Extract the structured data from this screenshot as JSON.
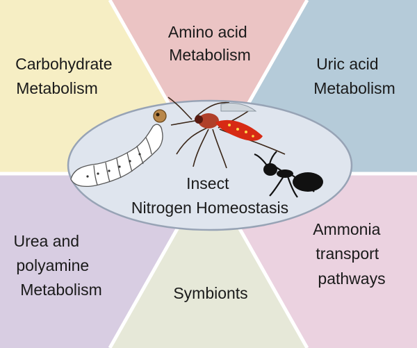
{
  "segments": {
    "carbohydrate": {
      "line1": "Carbohydrate",
      "line2": "Metabolism",
      "color": "#f6eec4"
    },
    "amino_acid": {
      "line1": "Amino acid",
      "line2": "Metabolism",
      "color": "#ebc4c4"
    },
    "uric_acid": {
      "line1": "Uric acid",
      "line2": "Metabolism",
      "color": "#b5cbd9"
    },
    "ammonia": {
      "line1": "Ammonia",
      "line2": "transport",
      "line3": "pathways",
      "color": "#ebd2e0"
    },
    "symbionts": {
      "line1": "Symbionts",
      "color": "#e6e8d8"
    },
    "urea": {
      "line1": "Urea and",
      "line2": "polyamine",
      "line3": "Metabolism",
      "color": "#d8cde2"
    }
  },
  "center": {
    "line1": "Insect",
    "line2": "Nitrogen Homeostasis",
    "fill": "#dfe5ee",
    "stroke": "#97a3b5"
  },
  "icons": [
    "caterpillar-icon",
    "mosquito-icon",
    "ant-icon"
  ]
}
